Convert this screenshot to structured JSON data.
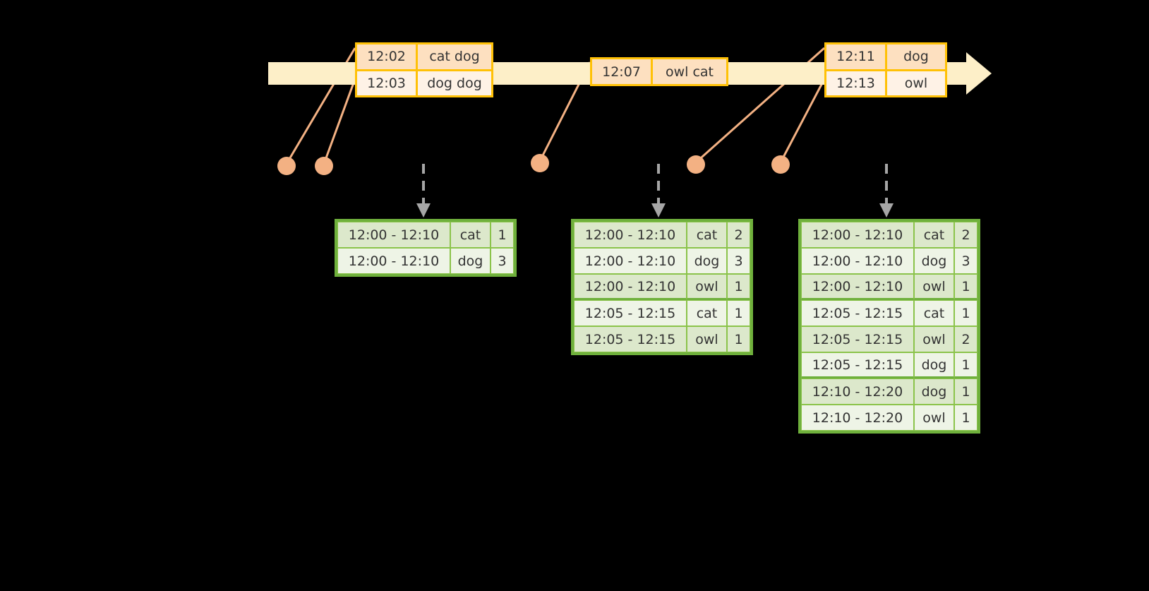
{
  "timeline": {
    "name": "event-stream-timeline",
    "direction": "left-to-right",
    "events": [
      {
        "time": "12:02",
        "value": "cat dog"
      },
      {
        "time": "12:03",
        "value": "dog dog"
      },
      {
        "time": "12:07",
        "value": "owl cat"
      },
      {
        "time": "12:11",
        "value": "dog"
      },
      {
        "time": "12:13",
        "value": "owl"
      }
    ],
    "groups": [
      {
        "id": "g1",
        "events": [
          "12:02",
          "12:03"
        ]
      },
      {
        "id": "g2",
        "events": [
          "12:07"
        ]
      },
      {
        "id": "g3",
        "events": [
          "12:11",
          "12:13"
        ]
      }
    ]
  },
  "colors": {
    "timeline_bar": "#FDEFC8",
    "event_border": "#FFC107",
    "event_fill": "#FEF2E6",
    "event_fill_shade": "#FDE0C0",
    "connector": "#F3B183",
    "table_border": "#6FB03C",
    "table_fill": "#EEF4E6",
    "table_fill_shade": "#DCE8CB",
    "dashed_arrow": "#A6A6A6",
    "background": "#000000"
  },
  "tables": [
    {
      "id": "result-table-1",
      "rows": [
        {
          "window": "12:00 - 12:10",
          "key": "cat",
          "count": "1",
          "shade": true,
          "group_end": false
        },
        {
          "window": "12:00 - 12:10",
          "key": "dog",
          "count": "3",
          "shade": false,
          "group_end": false
        }
      ]
    },
    {
      "id": "result-table-2",
      "rows": [
        {
          "window": "12:00 - 12:10",
          "key": "cat",
          "count": "2",
          "shade": true,
          "group_end": false
        },
        {
          "window": "12:00 - 12:10",
          "key": "dog",
          "count": "3",
          "shade": false,
          "group_end": false
        },
        {
          "window": "12:00 - 12:10",
          "key": "owl",
          "count": "1",
          "shade": true,
          "group_end": true
        },
        {
          "window": "12:05 - 12:15",
          "key": "cat",
          "count": "1",
          "shade": false,
          "group_end": false
        },
        {
          "window": "12:05 - 12:15",
          "key": "owl",
          "count": "1",
          "shade": true,
          "group_end": false
        }
      ]
    },
    {
      "id": "result-table-3",
      "rows": [
        {
          "window": "12:00 - 12:10",
          "key": "cat",
          "count": "2",
          "shade": true,
          "group_end": false
        },
        {
          "window": "12:00 - 12:10",
          "key": "dog",
          "count": "3",
          "shade": false,
          "group_end": false
        },
        {
          "window": "12:00 - 12:10",
          "key": "owl",
          "count": "1",
          "shade": true,
          "group_end": true
        },
        {
          "window": "12:05 - 12:15",
          "key": "cat",
          "count": "1",
          "shade": false,
          "group_end": false
        },
        {
          "window": "12:05 - 12:15",
          "key": "owl",
          "count": "2",
          "shade": true,
          "group_end": false
        },
        {
          "window": "12:05 - 12:15",
          "key": "dog",
          "count": "1",
          "shade": false,
          "group_end": true
        },
        {
          "window": "12:10 - 12:20",
          "key": "dog",
          "count": "1",
          "shade": true,
          "group_end": false
        },
        {
          "window": "12:10 - 12:20",
          "key": "owl",
          "count": "1",
          "shade": false,
          "group_end": false
        }
      ]
    }
  ]
}
